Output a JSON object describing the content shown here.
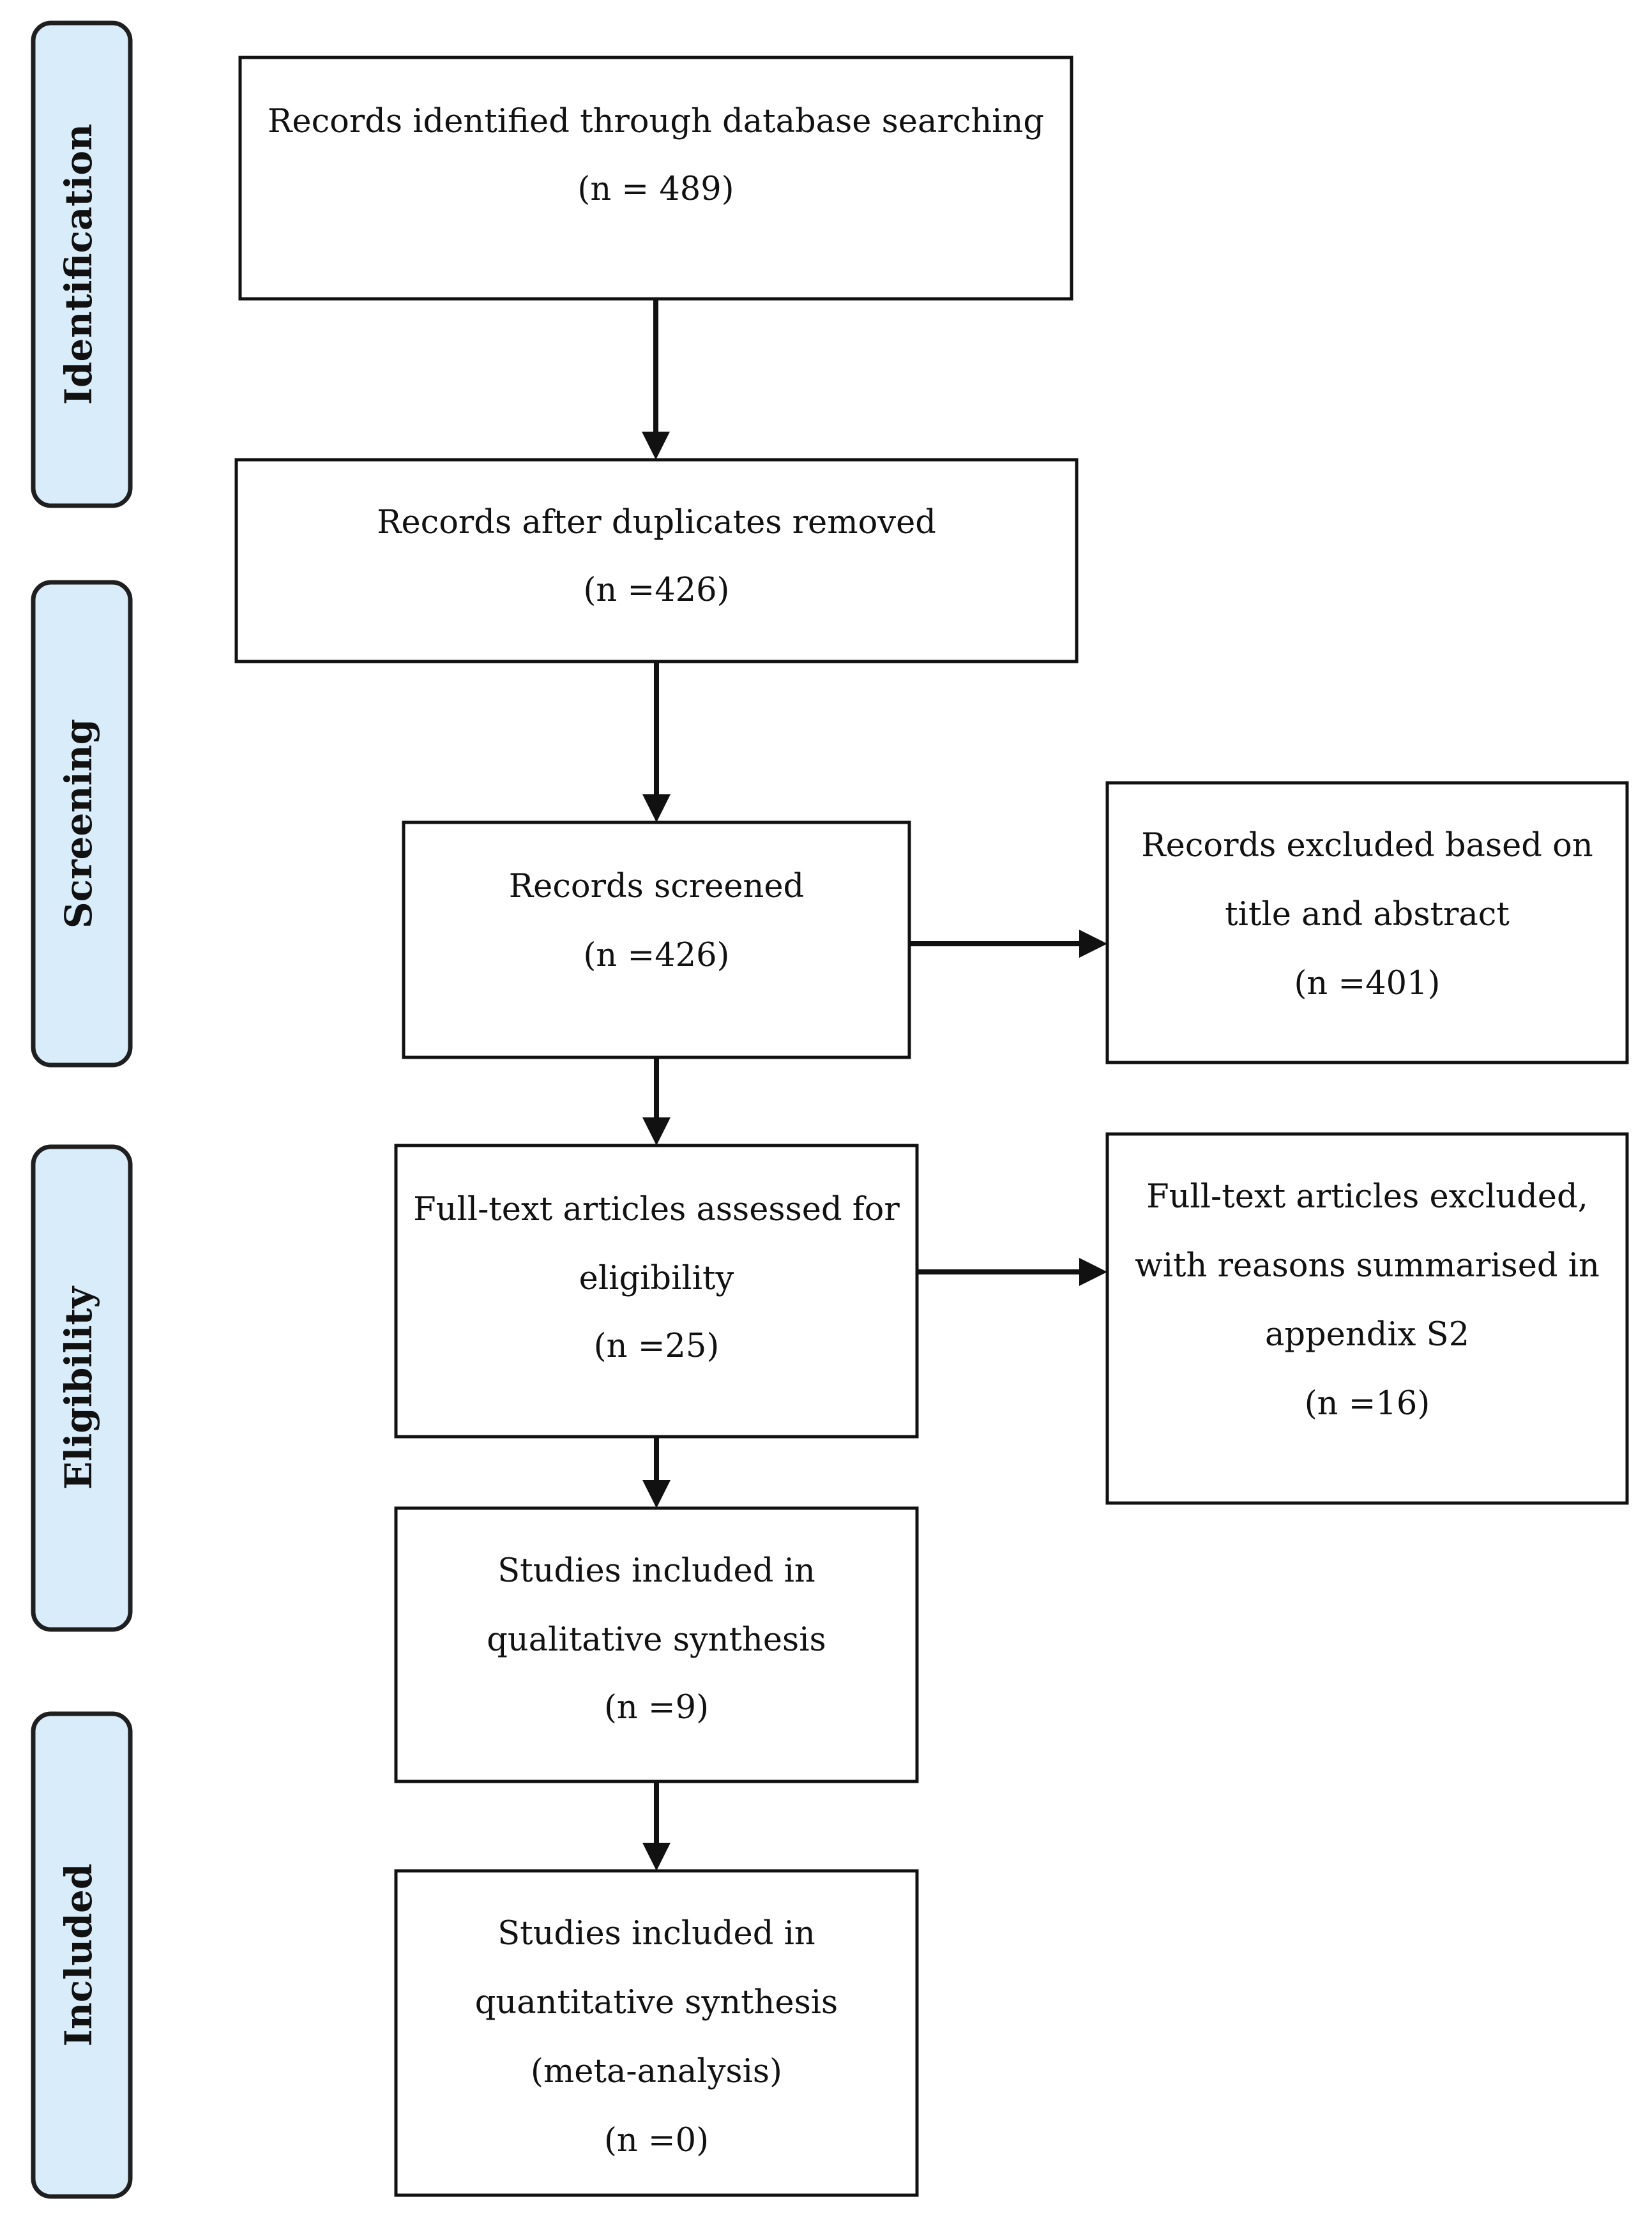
{
  "stages": [
    {
      "id": "identification",
      "label": "Identification"
    },
    {
      "id": "screening",
      "label": "Screening"
    },
    {
      "id": "eligibility",
      "label": "Eligibility"
    },
    {
      "id": "included",
      "label": "Included"
    }
  ],
  "boxes": [
    {
      "id": "identified",
      "lines": [
        "Records identified through database searching",
        "(n = 489)"
      ]
    },
    {
      "id": "duplicates-removed",
      "lines": [
        "Records after duplicates removed",
        "(n =426)"
      ]
    },
    {
      "id": "screened",
      "lines": [
        "Records screened",
        "(n =426)"
      ]
    },
    {
      "id": "excluded-title-abstract",
      "lines": [
        "Records excluded based on",
        "title and abstract",
        "(n =401)"
      ]
    },
    {
      "id": "fulltext-assessed",
      "lines": [
        "Full-text articles assessed for",
        "eligibility",
        "(n =25)"
      ]
    },
    {
      "id": "fulltext-excluded",
      "lines": [
        "Full-text articles excluded,",
        "with reasons summarised in",
        "appendix S2",
        "(n =16)"
      ]
    },
    {
      "id": "qualitative",
      "lines": [
        "Studies included in",
        "qualitative synthesis",
        "(n =9)"
      ]
    },
    {
      "id": "quantitative",
      "lines": [
        "Studies included in",
        "quantitative synthesis",
        "(meta-analysis)",
        "(n =0)"
      ]
    }
  ]
}
